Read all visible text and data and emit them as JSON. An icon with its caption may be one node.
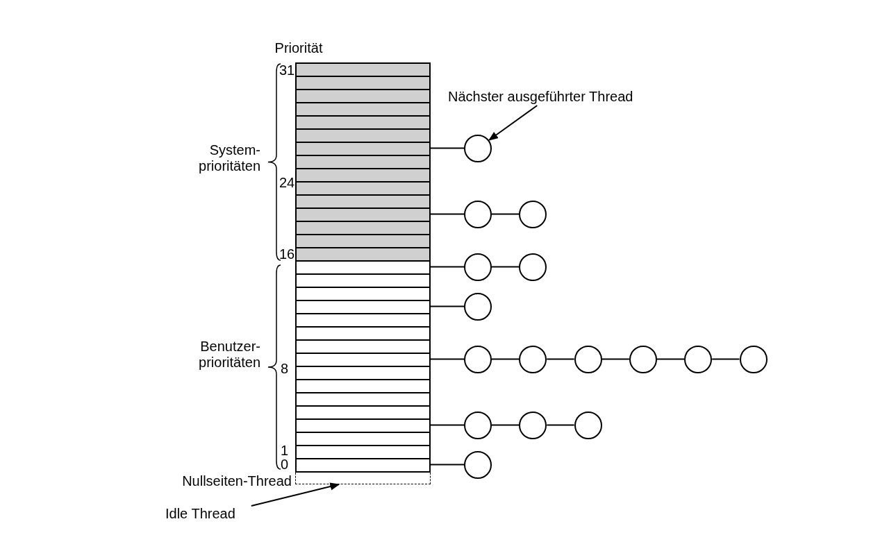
{
  "diagram": {
    "nodes": [
      {
        "text": [],
        "shape": "bar"
      },
      {
        "text": [],
        "shape": "bar"
      },
      {
        "text": [],
        "shape": "bar"
      },
      {
        "text": [],
        "shape": "bar"
      },
      {
        "text": [],
        "shape": "bar"
      },
      {
        "text": [],
        "shape": "bar"
      },
      {
        "text": [],
        "shape": "bar"
      },
      {
        "text": [],
        "shape": "bar"
      },
      {
        "text": [],
        "shape": "bar"
      },
      {
        "text": [],
        "shape": "bar"
      },
      {
        "text": [],
        "shape": "bar"
      },
      {
        "text": [],
        "shape": "bar"
      },
      {
        "text": [],
        "shape": "bar"
      },
      {
        "text": [],
        "shape": "bar"
      },
      {
        "text": [],
        "shape": "bar"
      },
      {
        "text": [],
        "shape": "bar"
      },
      {
        "text": [],
        "shape": "bar"
      },
      {
        "text": [],
        "shape": "bar"
      },
      {
        "text": [],
        "shape": "bar"
      },
      {
        "text": [],
        "shape": "bar"
      },
      {
        "text": [],
        "shape": "bar"
      },
      {
        "text": [],
        "shape": "bar"
      },
      {
        "text": [],
        "shape": "bar"
      },
      {
        "text": [],
        "shape": "bar"
      },
      {
        "text": [],
        "shape": "bar"
      },
      {
        "text": [],
        "shape": "bar"
      },
      {
        "text": [],
        "shape": "bar"
      },
      {
        "text": [],
        "shape": "bar"
      },
      {
        "text": [],
        "shape": "bar"
      },
      {
        "text": [],
        "shape": "bar"
      },
      {
        "text": [],
        "shape": "bar"
      },
      {
        "text": [],
        "shape": "box"
      },
      {
        "text": [
          "Nächster ausgeführter Thread"
        ]
      },
      {
        "text": [],
        "shape": "circle"
      },
      {
        "text": [],
        "shape": "circle"
      },
      {
        "text": [],
        "shape": "circle"
      },
      {
        "text": [],
        "shape": "circle"
      },
      {
        "text": [],
        "shape": "circle"
      },
      {
        "text": [],
        "shape": "circle"
      },
      {
        "text": [],
        "shape": "circle"
      },
      {
        "text": [],
        "shape": "circle"
      },
      {
        "text": [],
        "shape": "circle"
      },
      {
        "text": [],
        "shape": "circle"
      },
      {
        "text": [],
        "shape": "circle"
      },
      {
        "text": [],
        "shape": "circle"
      },
      {
        "text": [],
        "shape": "circle"
      },
      {
        "text": [],
        "shape": "circle"
      },
      {
        "text": [],
        "shape": "circle"
      },
      {
        "text": [],
        "shape": "circle"
      },
      {
        "text": [
          "Idle Thread"
        ]
      }
    ],
    "edges": [
      {
        "from": 32,
        "to": 33,
        "arrow": "to"
      },
      {
        "from": 6,
        "to": 33,
        "arrow": "none"
      },
      {
        "from": 11,
        "to": 34,
        "arrow": "none"
      },
      {
        "from": 34,
        "to": 35,
        "arrow": "none"
      },
      {
        "from": 15,
        "to": 36,
        "arrow": "none"
      },
      {
        "from": 36,
        "to": 37,
        "arrow": "none"
      },
      {
        "from": 18,
        "to": 38,
        "arrow": "none"
      },
      {
        "from": 22,
        "to": 39,
        "arrow": "none"
      },
      {
        "from": 39,
        "to": 40,
        "arrow": "none"
      },
      {
        "from": 40,
        "to": 41,
        "arrow": "none"
      },
      {
        "from": 41,
        "to": 42,
        "arrow": "none"
      },
      {
        "from": 42,
        "to": 43,
        "arrow": "none"
      },
      {
        "from": 43,
        "to": 44,
        "arrow": "none"
      },
      {
        "from": 27,
        "to": 45,
        "arrow": "none"
      },
      {
        "from": 45,
        "to": 46,
        "arrow": "none"
      },
      {
        "from": 46,
        "to": 47,
        "arrow": "none"
      },
      {
        "from": 30,
        "to": 48,
        "arrow": "none"
      },
      {
        "from": 49,
        "to": 31,
        "arrow": "to"
      }
    ],
    "labels": [
      "Priorität",
      "31",
      "System- prioritäten",
      "24",
      "16",
      "Benutzer- prioritäten",
      "8",
      "1",
      "0",
      "Nullseiten-Thread"
    ]
  }
}
